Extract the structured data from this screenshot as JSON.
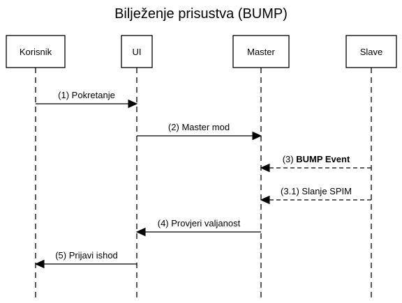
{
  "title": "Bilježenje prisustva (BUMP)",
  "participants": {
    "korisnik": "Korisnik",
    "ui": "UI",
    "master": "Master",
    "slave": "Slave"
  },
  "messages": {
    "m1": {
      "number": "(1)",
      "text": "Pokretanje",
      "style": "solid"
    },
    "m2": {
      "number": "(2)",
      "text": "Master mod",
      "style": "solid"
    },
    "m3": {
      "number": "(3)",
      "text": "BUMP Event",
      "style": "dashed"
    },
    "m31": {
      "number": "(3.1)",
      "text": "Slanje SPIM",
      "style": "dashed"
    },
    "m4": {
      "number": "(4)",
      "text": "Provjeri valjanost",
      "style": "solid"
    },
    "m5": {
      "number": "(5)",
      "text": "Prijavi ishod",
      "style": "solid"
    }
  }
}
